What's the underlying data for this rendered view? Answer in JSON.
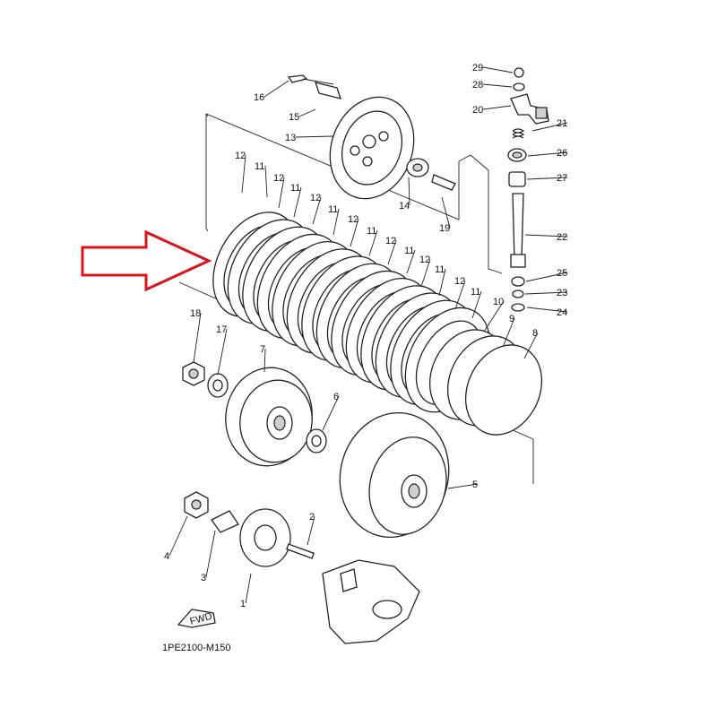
{
  "diagram": {
    "drawing_code": "1PE2100-M150",
    "fwd_label": "FWD",
    "highlight_color": "#d9141c",
    "callouts": [
      {
        "id": "c29",
        "label": "29"
      },
      {
        "id": "c28",
        "label": "28"
      },
      {
        "id": "c20",
        "label": "20"
      },
      {
        "id": "c21",
        "label": "21"
      },
      {
        "id": "c26",
        "label": "26"
      },
      {
        "id": "c27",
        "label": "27"
      },
      {
        "id": "c22",
        "label": "22"
      },
      {
        "id": "c25",
        "label": "25"
      },
      {
        "id": "c23",
        "label": "23"
      },
      {
        "id": "c24",
        "label": "24"
      },
      {
        "id": "c16",
        "label": "16"
      },
      {
        "id": "c15",
        "label": "15"
      },
      {
        "id": "c13",
        "label": "13"
      },
      {
        "id": "c14",
        "label": "14"
      },
      {
        "id": "c19",
        "label": "19"
      },
      {
        "id": "p12a",
        "label": "12"
      },
      {
        "id": "p11a",
        "label": "11"
      },
      {
        "id": "p12b",
        "label": "12"
      },
      {
        "id": "p11b",
        "label": "11"
      },
      {
        "id": "p12c",
        "label": "12"
      },
      {
        "id": "p11c",
        "label": "11"
      },
      {
        "id": "p12d",
        "label": "12"
      },
      {
        "id": "p11d",
        "label": "11"
      },
      {
        "id": "p12e",
        "label": "12"
      },
      {
        "id": "p11e",
        "label": "11"
      },
      {
        "id": "p12f",
        "label": "12"
      },
      {
        "id": "p11f",
        "label": "11"
      },
      {
        "id": "p12g",
        "label": "12"
      },
      {
        "id": "p11g",
        "label": "11"
      },
      {
        "id": "c10",
        "label": "10"
      },
      {
        "id": "c9",
        "label": "9"
      },
      {
        "id": "c8",
        "label": "8"
      },
      {
        "id": "c18",
        "label": "18"
      },
      {
        "id": "c17",
        "label": "17"
      },
      {
        "id": "c7",
        "label": "7"
      },
      {
        "id": "c6",
        "label": "6"
      },
      {
        "id": "c5",
        "label": "5"
      },
      {
        "id": "c4",
        "label": "4"
      },
      {
        "id": "c3",
        "label": "3"
      },
      {
        "id": "c2",
        "label": "2"
      },
      {
        "id": "c1",
        "label": "1"
      }
    ]
  }
}
